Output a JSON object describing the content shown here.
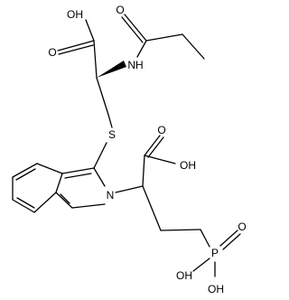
{
  "molecule": {
    "atoms": {
      "oh_top": "OH",
      "o_carboxyl_top": "O",
      "o_amide": "O",
      "nh": "NH",
      "s": "S",
      "n_ring": "N",
      "oh_mid": "OH",
      "o_carboxyl_mid": "O",
      "p": "P",
      "o_phosphoryl": "O",
      "oh_p_left": "OH",
      "oh_p_bottom": "OH"
    }
  },
  "colors": {
    "bond": "#000000",
    "background": "#ffffff"
  }
}
